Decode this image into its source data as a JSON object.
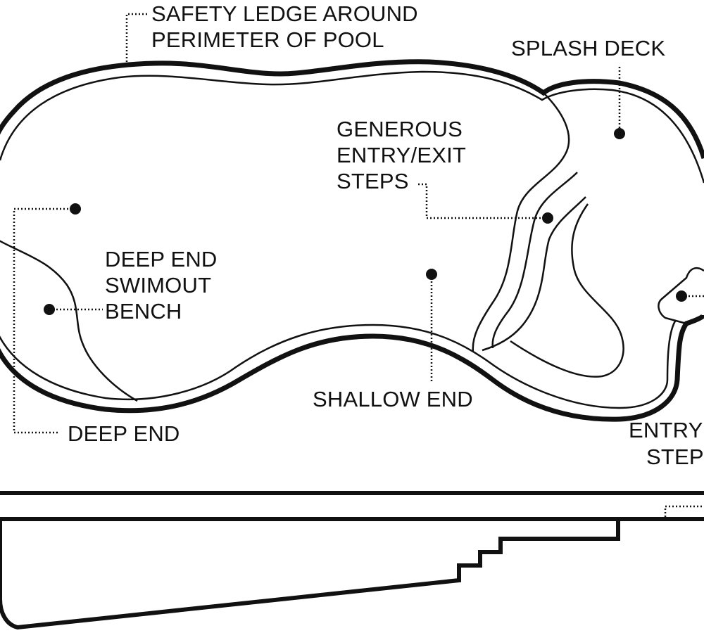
{
  "labels": {
    "safety_ledge_line1": "SAFETY LEDGE AROUND",
    "safety_ledge_line2": "PERIMETER OF POOL",
    "splash_deck": "SPLASH DECK",
    "steps_line1": "GENEROUS",
    "steps_line2": "ENTRY/EXIT",
    "steps_line3": "STEPS",
    "bench_line1": "DEEP END",
    "bench_line2": "SWIMOUT",
    "bench_line3": "BENCH",
    "shallow_end": "SHALLOW END",
    "deep_end": "DEEP END",
    "entry_step_line1": "ENTRY",
    "entry_step_line2": "STEP"
  },
  "colors": {
    "ink": "#111111",
    "background": "#ffffff"
  }
}
